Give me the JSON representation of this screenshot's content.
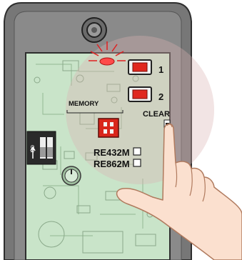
{
  "labels": {
    "button_1": "1",
    "button_2": "2",
    "clear": "CLEAR",
    "memory": "MEMORY",
    "model_a": "RE432M",
    "model_b": "RE862M",
    "dip_on": "ON"
  },
  "colors": {
    "housing": "#7a7a7a",
    "housing_dark": "#4a4a4a",
    "board": "#c9e4c9",
    "button_red": "#e0281f",
    "memory_red": "#d9261c",
    "skin": "#fbe0cf",
    "skin_outline": "#b07a5e",
    "highlight": "#d9b2b2",
    "led_glow": "#e02020"
  },
  "icons": {
    "antenna": "antenna-ring-icon",
    "led": "led-icon",
    "pointer": "pointing-hand-icon"
  }
}
